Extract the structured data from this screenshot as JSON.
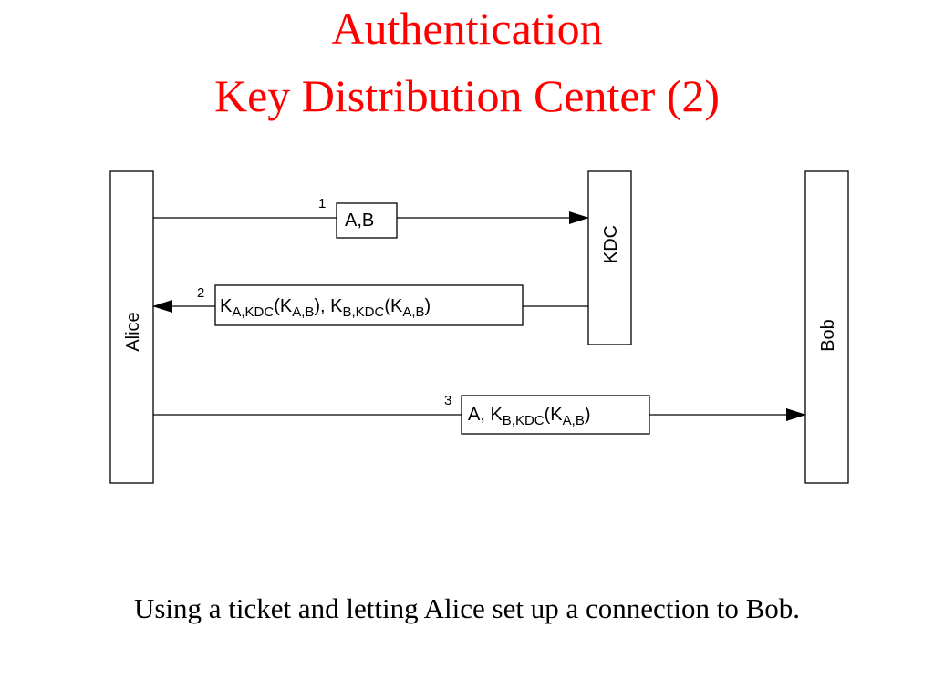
{
  "slide": {
    "title_line1": "Authentication",
    "title_line2": "Key Distribution Center (2)",
    "caption": "Using a ticket and letting Alice set up a connection to Bob."
  },
  "participants": {
    "alice": "Alice",
    "kdc": "KDC",
    "bob": "Bob"
  },
  "messages": [
    {
      "step": "1",
      "from": "Alice",
      "to": "KDC",
      "parts": [
        {
          "t": "A,B"
        }
      ]
    },
    {
      "step": "2",
      "from": "KDC",
      "to": "Alice",
      "parts": [
        {
          "t": "K"
        },
        {
          "s": "A,KDC"
        },
        {
          "t": "(K"
        },
        {
          "s": "A,B"
        },
        {
          "t": "), K"
        },
        {
          "s": "B,KDC"
        },
        {
          "t": "(K"
        },
        {
          "s": "A,B"
        },
        {
          "t": ")"
        }
      ]
    },
    {
      "step": "3",
      "from": "Alice",
      "to": "Bob",
      "parts": [
        {
          "t": "A, K"
        },
        {
          "s": "B,KDC"
        },
        {
          "t": "(K"
        },
        {
          "s": "A,B"
        },
        {
          "t": ")"
        }
      ]
    }
  ]
}
